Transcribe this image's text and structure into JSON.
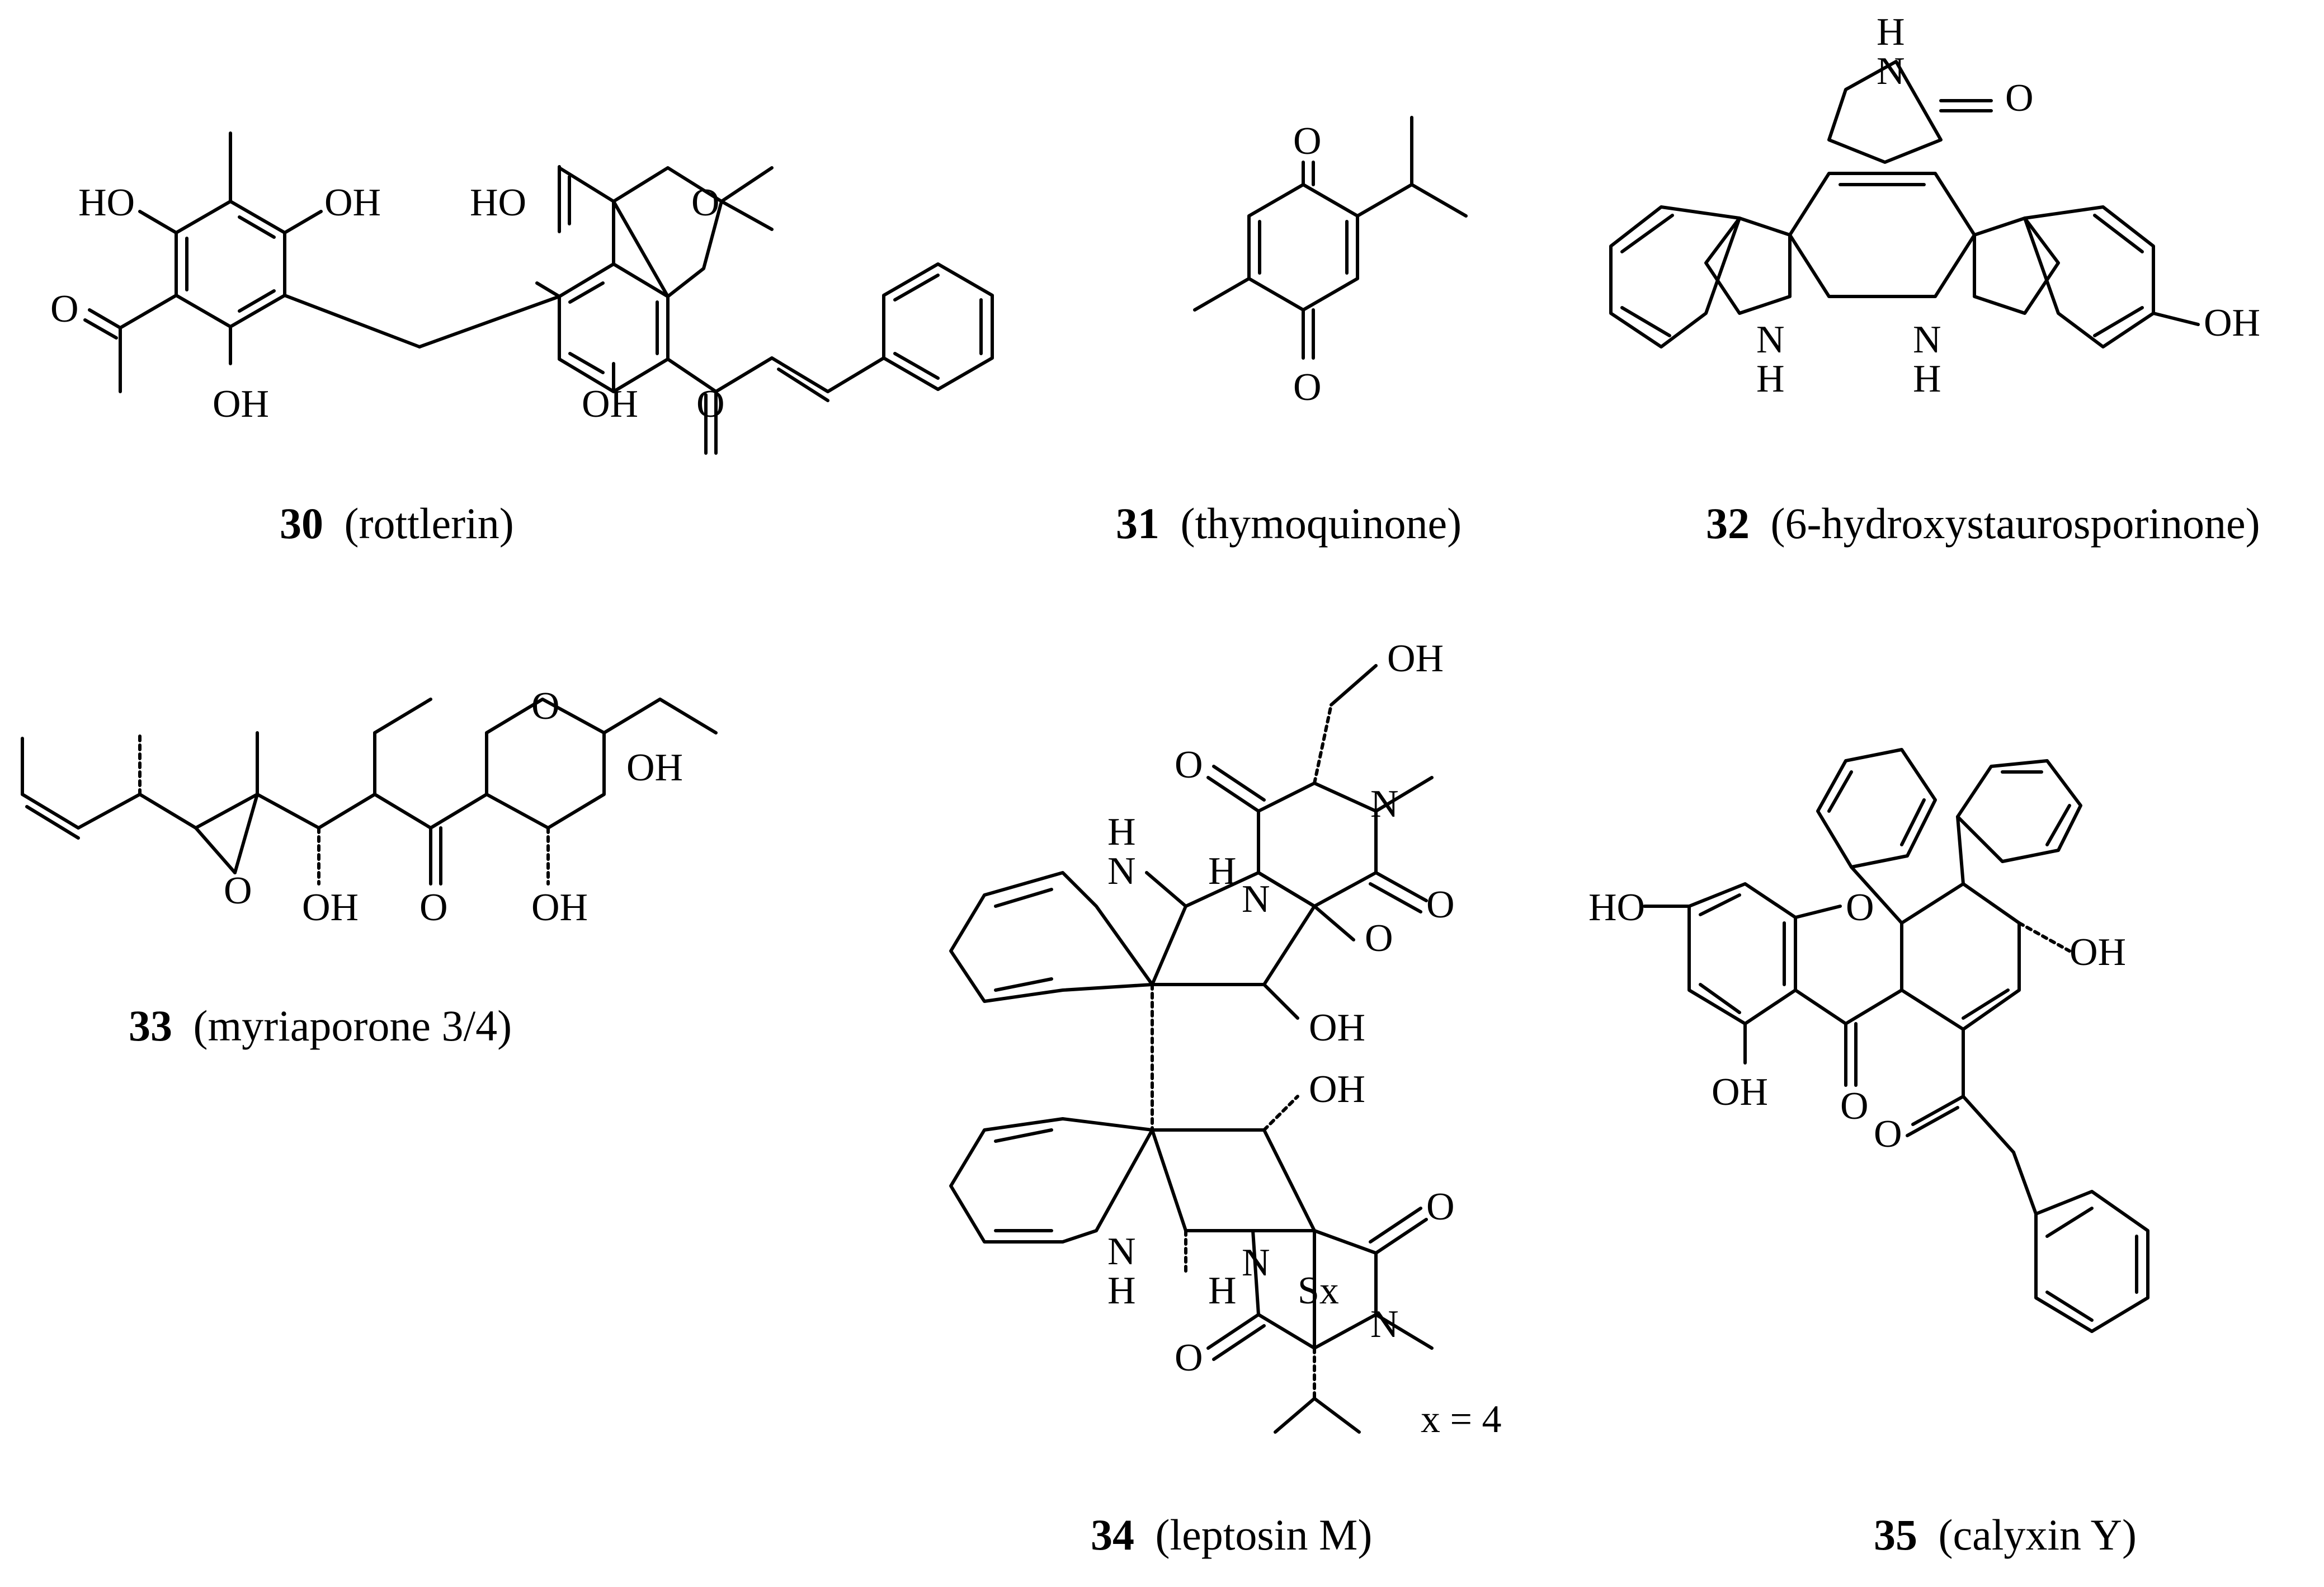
{
  "compounds": [
    {
      "id": "30",
      "number": "30",
      "name": "(rottlerin)",
      "atom_labels": [
        "HO",
        "OH",
        "HO",
        "O",
        "O",
        "OH",
        "OH",
        "O"
      ]
    },
    {
      "id": "31",
      "number": "31",
      "name": "(thymoquinone)",
      "atom_labels": [
        "O",
        "O"
      ]
    },
    {
      "id": "32",
      "number": "32",
      "name": "(6-hydroxystaurosporinone)",
      "atom_labels": [
        "H",
        "N",
        "O",
        "N",
        "H",
        "N",
        "H",
        "OH"
      ]
    },
    {
      "id": "33",
      "number": "33",
      "name": "(myriaporone 3/4)",
      "atom_labels": [
        "O",
        "OH",
        "O",
        "OH",
        "O",
        "OH"
      ]
    },
    {
      "id": "34",
      "number": "34",
      "name": "(leptosin M)",
      "atom_labels": [
        "OH",
        "O",
        "N",
        "H",
        "N",
        "H",
        "N",
        "O",
        "O",
        "OH",
        "OH",
        "O",
        "N",
        "H",
        "H",
        "N",
        "Sx",
        "N",
        "O"
      ],
      "note": "x = 4"
    },
    {
      "id": "35",
      "number": "35",
      "name": "(calyxin Y)",
      "atom_labels": [
        "HO",
        "O",
        "OH",
        "OH",
        "O",
        "O"
      ]
    }
  ]
}
